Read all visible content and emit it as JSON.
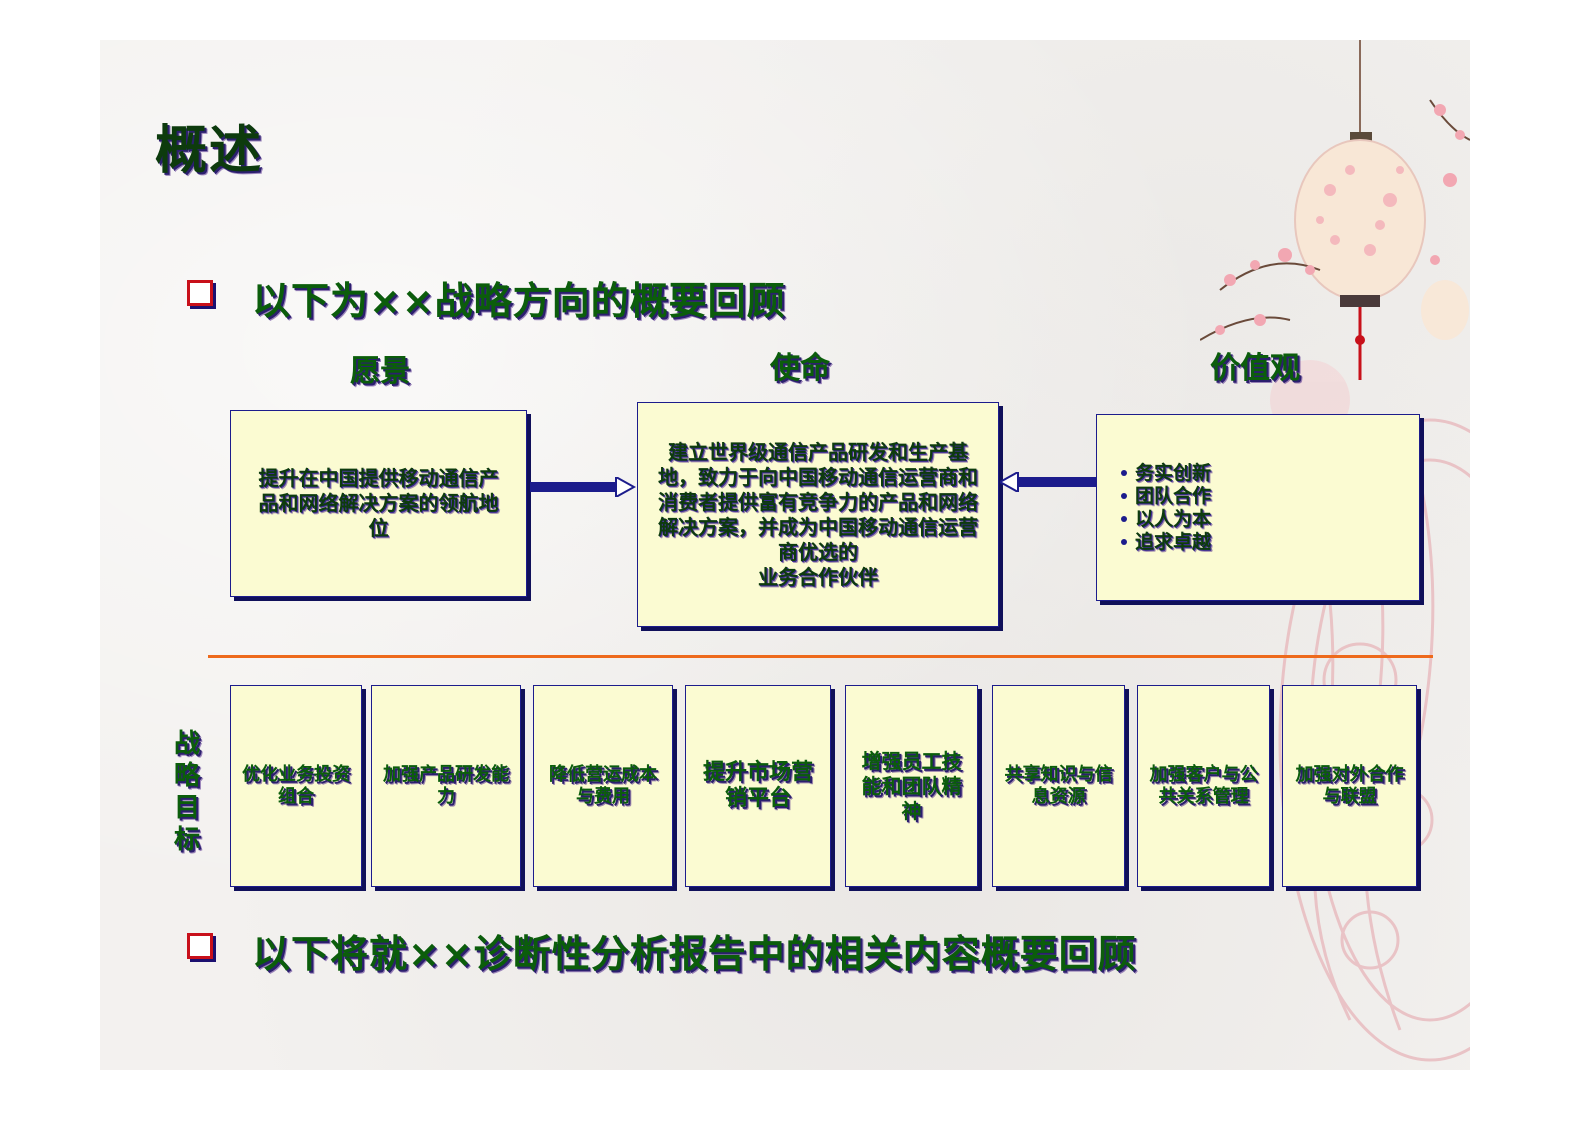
{
  "title": "概述",
  "bullet1": "以下为××战略方向的概要回顾",
  "bullet2": "以下将就××诊断性分析报告中的相关内容概要回顾",
  "columns": {
    "vision": {
      "heading": "愿景",
      "text": "提升在中国提供移动通信产品和网络解决方案的领航地位"
    },
    "mission": {
      "heading": "使命",
      "line1": "建立世界级通信产品研发和生产基地，致力于向中国移动通信运营商和消费者提供富有竞争力的产品和网络解决方案，并成为中国移动通信运营商优选的",
      "line2": "业务合作伙伴"
    },
    "values": {
      "heading": "价值观",
      "items": [
        "务实创新",
        "团队合作",
        "以人为本",
        "追求卓越"
      ]
    }
  },
  "goals_label": "战略目标",
  "goals": [
    "优化业务投资组合",
    "加强产品研发能力",
    "降低营运成本与费用",
    "提升市场营销平台",
    "增强员工技能和团队精神",
    "共享知识与信息资源",
    "加强客户与公共关系管理",
    "加强对外合作与联盟"
  ],
  "colors": {
    "box_fill": "#fbfbd2",
    "box_border": "#1c1c8c",
    "text_green": "#0b5d0b",
    "divider_orange": "#ee6a1c",
    "bullet_red": "#c8101a"
  }
}
